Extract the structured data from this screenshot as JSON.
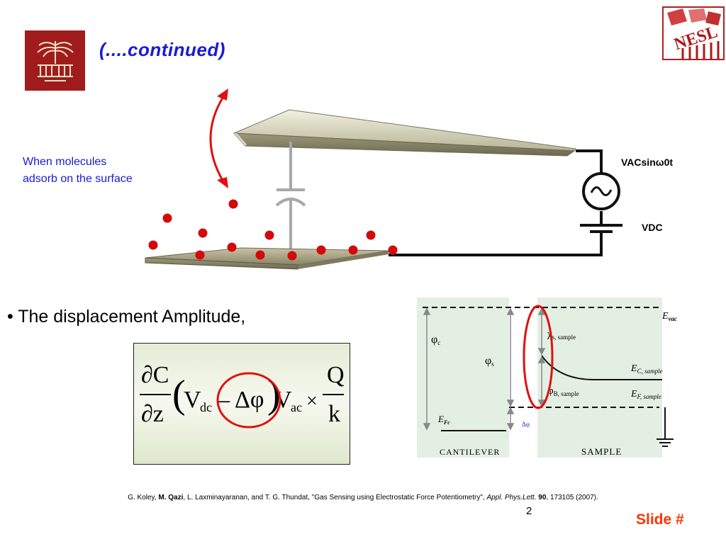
{
  "slide": {
    "title": "(....continued)",
    "caption": [
      "When molecules",
      "adsorb on the surface"
    ],
    "ac_source_label": "VACsinω0t",
    "dc_source_label": "VDC",
    "bullet_text": "• The displacement Amplitude,",
    "formula": {
      "top_left": "∂C",
      "bottom_left": "∂z",
      "v": "V",
      "dc_sub": "dc",
      "minus": "–",
      "delta_phi": "Δφ",
      "ac_sub": "ac",
      "times": "×",
      "q": "Q",
      "k": "k"
    },
    "reference": {
      "authors_pre": "G. Koley, ",
      "author_bold": "M. Qazi",
      "authors_post": ", L. Laxminayaranan, and T. G. Thundat, \"Gas Sensing using Electrostatic Force Potentiometry\", ",
      "journal": "Appl. Phys.Lett.",
      "volume": "90",
      "pages": ", 173105 (2007)."
    },
    "page_number": "2",
    "slide_label": "Slide #"
  },
  "band_diagram": {
    "e_vac": "E",
    "e_vac_sub": "vac",
    "phi_c": "φ",
    "phi_c_sub": "c",
    "phi_s": "φ",
    "phi_s_sub": "s",
    "chi": "χ",
    "chi_sub": "s, sample",
    "phi_b": "φ",
    "phi_b_sub": "B, sample",
    "e_c": "E",
    "e_c_sub": "C, sample",
    "e_f": "E",
    "e_f_sub": "F, sample",
    "e_fc": "E",
    "e_fc_sub": "Fc",
    "delta_phi": "Δφ",
    "cantilever": "CANTILEVER",
    "sample": "SAMPLE"
  },
  "colors": {
    "title": "#1a1ad6",
    "accent_red": "#e01010",
    "slide_label": "#ff3300",
    "logo_bg": "#a01c1c"
  }
}
